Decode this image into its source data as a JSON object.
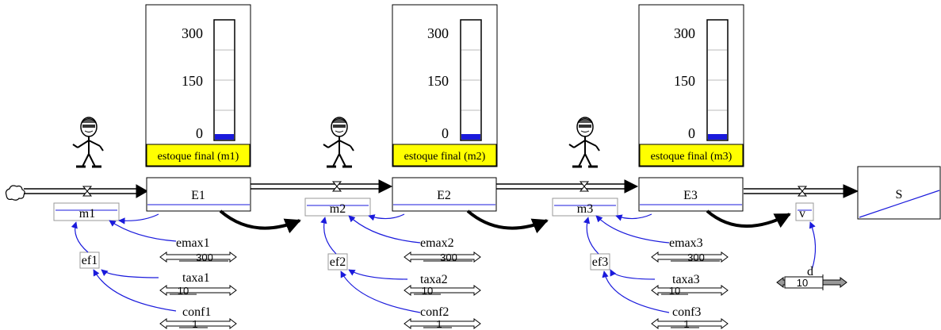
{
  "stocks": [
    {
      "label": "E1"
    },
    {
      "label": "E2"
    },
    {
      "label": "E3"
    },
    {
      "label": "S"
    }
  ],
  "gauges": [
    {
      "caption": "estoque final (m1)",
      "ticks": [
        "300",
        "150",
        "0"
      ],
      "range": [
        0,
        300
      ],
      "level": 8
    },
    {
      "caption": "estoque final (m2)",
      "ticks": [
        "300",
        "150",
        "0"
      ],
      "range": [
        0,
        300
      ],
      "level": 8
    },
    {
      "caption": "estoque final (m3)",
      "ticks": [
        "300",
        "150",
        "0"
      ],
      "range": [
        0,
        300
      ],
      "level": 8
    }
  ],
  "flows": [
    {
      "label": "m1"
    },
    {
      "label": "m2"
    },
    {
      "label": "m3"
    },
    {
      "label": "v"
    }
  ],
  "aux": [
    {
      "label": "ef1"
    },
    {
      "label": "ef2"
    },
    {
      "label": "ef3"
    }
  ],
  "params": [
    {
      "label": "emax1",
      "value": "300"
    },
    {
      "label": "taxa1",
      "value": "10"
    },
    {
      "label": "conf1",
      "value": "1"
    },
    {
      "label": "emax2",
      "value": "300"
    },
    {
      "label": "taxa2",
      "value": "10"
    },
    {
      "label": "conf2",
      "value": "1"
    },
    {
      "label": "emax3",
      "value": "300"
    },
    {
      "label": "taxa3",
      "value": "10"
    },
    {
      "label": "conf3",
      "value": "1"
    },
    {
      "label": "d",
      "value": "10"
    }
  ],
  "colors": {
    "link": "#1a1adc",
    "gauge_label_bg": "#ffff00",
    "gauge_fill": "#1a1adc",
    "slider": "#999999"
  },
  "icons": [
    "cloud-icon",
    "person-icon",
    "valve-icon",
    "slider-icon"
  ]
}
